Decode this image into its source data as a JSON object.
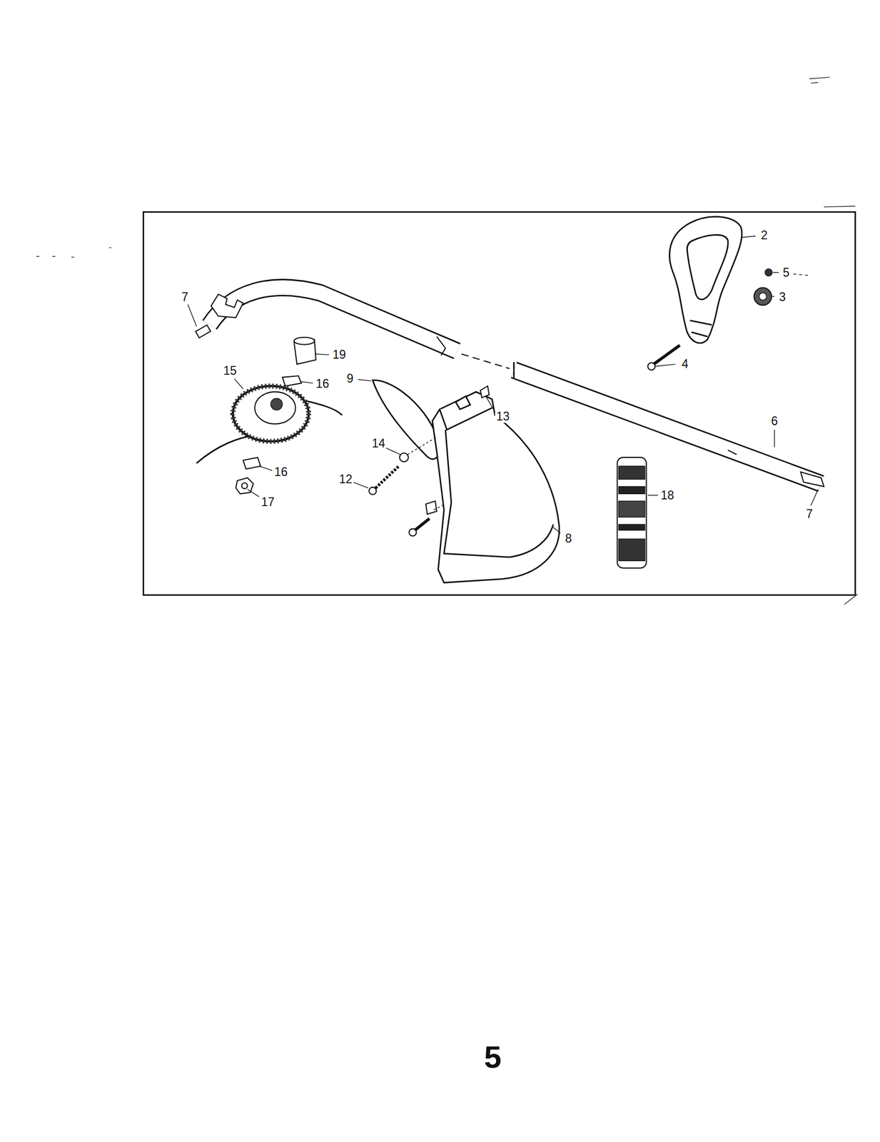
{
  "diagram": {
    "labels": [
      "7",
      "2",
      "5",
      "3",
      "19",
      "15",
      "16",
      "9",
      "13",
      "4",
      "14",
      "6",
      "12",
      "16",
      "18",
      "17",
      "8",
      "7",
      "5"
    ]
  }
}
